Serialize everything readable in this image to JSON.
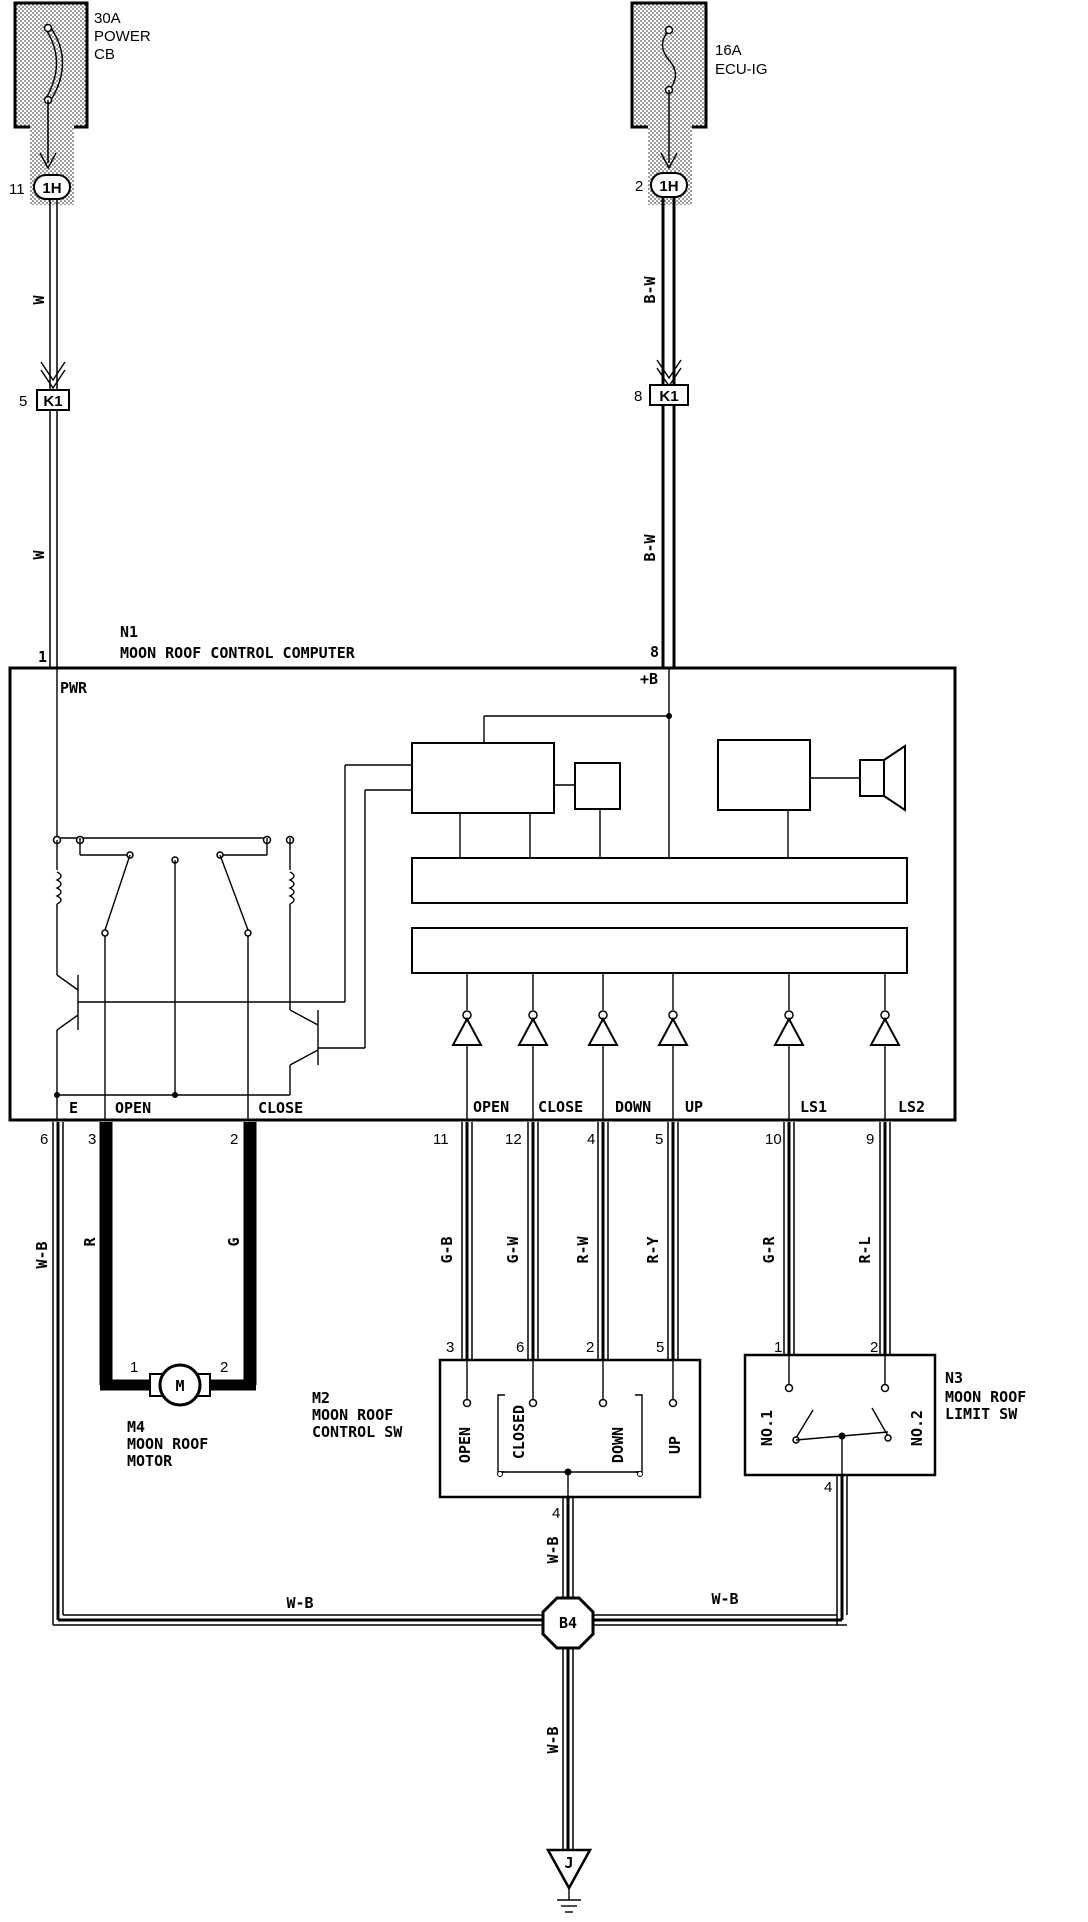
{
  "fuses": [
    {
      "lines": [
        "30A",
        "POWER",
        "CB"
      ]
    },
    {
      "lines": [
        "16A",
        "ECU-IG"
      ]
    }
  ],
  "connectors": {
    "c1h_left": {
      "code": "1H",
      "pin": "11"
    },
    "c1h_right": {
      "code": "1H",
      "pin": "2"
    },
    "k1_left": {
      "code": "K1",
      "pin": "5"
    },
    "k1_right": {
      "code": "K1",
      "pin": "8"
    }
  },
  "wire_colors": {
    "w": "W",
    "bw": "B-W",
    "wb": "W-B",
    "r": "R",
    "g": "G",
    "gb": "G-B",
    "gw": "G-W",
    "rw": "R-W",
    "ry": "R-Y",
    "gr": "G-R",
    "rl": "R-L"
  },
  "computer": {
    "id": "N1",
    "name": "MOON ROOF CONTROL COMPUTER",
    "pin_pwr": "1",
    "pin_b": "8",
    "term_pwr": "PWR",
    "term_b": "+B",
    "bottom_terms": [
      "E",
      "OPEN",
      "CLOSE",
      "OPEN",
      "CLOSE",
      "DOWN",
      "UP",
      "LS1",
      "LS2"
    ],
    "bottom_pins": [
      "6",
      "3",
      "2",
      "11",
      "12",
      "4",
      "5",
      "10",
      "9"
    ]
  },
  "motor": {
    "id": "M4",
    "name1": "MOON ROOF",
    "name2": "MOTOR",
    "symbol": "M",
    "pins": [
      "1",
      "2"
    ]
  },
  "control_sw": {
    "id": "M2",
    "name1": "MOON ROOF",
    "name2": "CONTROL SW",
    "terms": [
      "OPEN",
      "CLOSED",
      "DOWN",
      "UP"
    ],
    "pins_top": [
      "3",
      "6",
      "2",
      "5"
    ],
    "pin_bottom": "4"
  },
  "limit_sw": {
    "id": "N3",
    "name1": "MOON ROOF",
    "name2": "LIMIT SW",
    "terms": [
      "NO.1",
      "NO.2"
    ],
    "pins_top": [
      "1",
      "2"
    ],
    "pin_bottom": "4"
  },
  "junction": {
    "code": "B4"
  },
  "ground": {
    "code": "J"
  }
}
